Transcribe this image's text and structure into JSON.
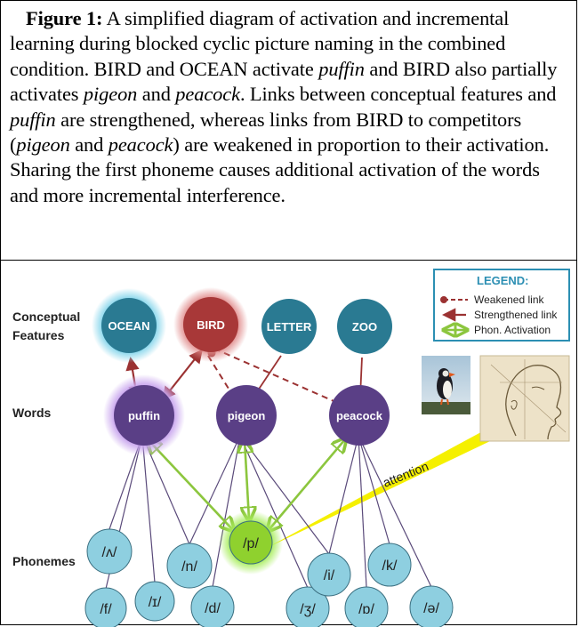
{
  "caption": {
    "label": "Figure 1:",
    "parts": [
      {
        "text": " A simplified diagram of activation and incremental learning during blocked cyclic picture naming in the combined condition. BIRD and OCEAN activate ",
        "italic": false
      },
      {
        "text": "puffin",
        "italic": true
      },
      {
        "text": " and BIRD also partially activates ",
        "italic": false
      },
      {
        "text": "pigeon",
        "italic": true
      },
      {
        "text": " and ",
        "italic": false
      },
      {
        "text": "peacock",
        "italic": true
      },
      {
        "text": ". Links between conceptual features and ",
        "italic": false
      },
      {
        "text": "puffin",
        "italic": true
      },
      {
        "text": " are strengthened, whereas links from BIRD to competitors (",
        "italic": false
      },
      {
        "text": "pigeon",
        "italic": true
      },
      {
        "text": " and ",
        "italic": false
      },
      {
        "text": "peacock",
        "italic": true
      },
      {
        "text": ") are weakened in proportion to their activation. Sharing the first phoneme causes additional activation of the words and more incremental interference.",
        "italic": false
      }
    ]
  },
  "rows": {
    "conceptual": [
      "Conceptual",
      "Features"
    ],
    "words": "Words",
    "phonemes": "Phonemes"
  },
  "legend": {
    "title": "LEGEND:",
    "items": [
      {
        "key": "weakened",
        "text": "Weakened link"
      },
      {
        "key": "strengthened",
        "text": "Strengthened link"
      },
      {
        "key": "phon",
        "text": "Phon. Activation"
      }
    ]
  },
  "concepts": [
    {
      "id": "ocean",
      "label": "OCEAN"
    },
    {
      "id": "bird",
      "label": "BIRD"
    },
    {
      "id": "letter",
      "label": "LETTER"
    },
    {
      "id": "zoo",
      "label": "ZOO"
    }
  ],
  "words": [
    {
      "id": "puffin",
      "label": "puffin"
    },
    {
      "id": "pigeon",
      "label": "pigeon"
    },
    {
      "id": "peacock",
      "label": "peacock"
    }
  ],
  "phonemes": [
    {
      "id": "ph-wedge",
      "label": "/ʌ/"
    },
    {
      "id": "ph-f",
      "label": "/f/"
    },
    {
      "id": "ph-I",
      "label": "/ɪ/"
    },
    {
      "id": "ph-n",
      "label": "/n/"
    },
    {
      "id": "ph-d",
      "label": "/d/"
    },
    {
      "id": "ph-p",
      "label": "/p/"
    },
    {
      "id": "ph-zh",
      "label": "/ʒ/"
    },
    {
      "id": "ph-i",
      "label": "/i/"
    },
    {
      "id": "ph-o",
      "label": "/ɒ/"
    },
    {
      "id": "ph-k",
      "label": "/k/"
    },
    {
      "id": "ph-schwa",
      "label": "/ə/"
    }
  ],
  "attention_label": "attention",
  "colors": {
    "concept": "#2a7a92",
    "concept_glow": "#7fd3ea",
    "bird": "#a83838",
    "bird_glow": "#e08a8a",
    "word": "#5a3f86",
    "word_glow": "#c9a6ee",
    "phoneme": "#8ecfe0",
    "phoneme_p": "#8fd12e",
    "phoneme_p_glow": "#b5f070",
    "link_red": "#9b3232",
    "link_purple": "#5a3f86",
    "phon_arrow": "#8cc63e",
    "attention": "#f5f000",
    "legend_border": "#2c8fb3"
  }
}
